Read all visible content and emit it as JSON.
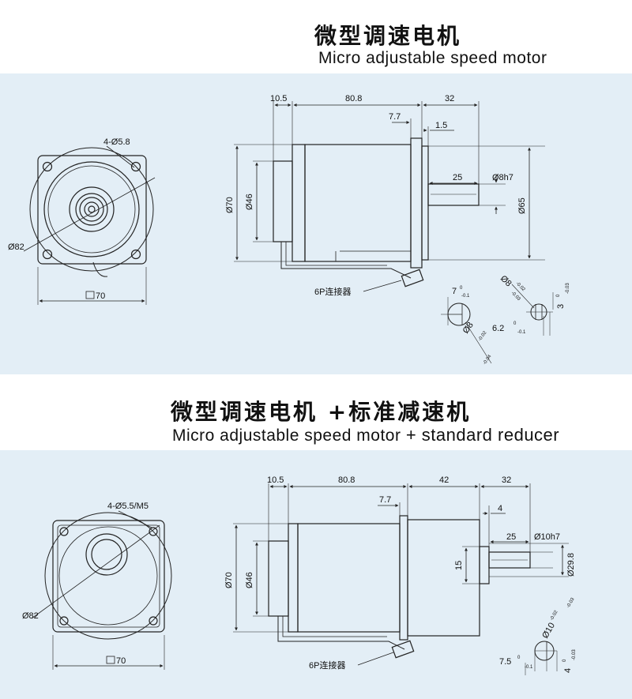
{
  "section1": {
    "title_cn": "微型调速电机",
    "title_en": "Micro adjustable speed motor",
    "front_view": {
      "hole_label": "4-Ø5.8",
      "diameter_label": "Ø82",
      "square_label": "70"
    },
    "side_view": {
      "dims": [
        "10.5",
        "80.8",
        "32",
        "7.7",
        "1.5",
        "25",
        "Ø8h7",
        "Ø70",
        "Ø46",
        "Ø65"
      ],
      "connector_label": "6P连接器"
    },
    "shaft_detail": {
      "labels": [
        "7",
        "Ø8",
        "3",
        "6.2",
        "Ø8"
      ],
      "tolerances": [
        "0",
        "-0.1",
        "-0.02",
        "-0.03",
        "0",
        "-0.03",
        "0",
        "-0.1",
        "-0.02",
        "-0.04"
      ]
    }
  },
  "section2": {
    "title_cn": "微型调速电机 +标准减速机",
    "title_en_main": "Micro adjustable speed motor",
    "title_en_plus": "+ standard reducer",
    "front_view": {
      "hole_label": "4-Ø5.5/M5",
      "diameter_label": "Ø82",
      "square_label": "70"
    },
    "side_view": {
      "dims": [
        "10.5",
        "80.8",
        "42",
        "32",
        "7.7",
        "4",
        "25",
        "Ø10h7",
        "15",
        "Ø29.8",
        "Ø70",
        "Ø46"
      ],
      "connector_label": "6P连接器"
    },
    "shaft_detail": {
      "labels": [
        "Ø10",
        "7.5",
        "4"
      ],
      "tolerances": [
        "-0.02",
        "-0.03",
        "0",
        "-0.1",
        "0",
        "-0.03"
      ]
    }
  },
  "colors": {
    "panel_bg": "#e3eef6",
    "line": "#222222",
    "dim_line": "#b01a1a"
  }
}
